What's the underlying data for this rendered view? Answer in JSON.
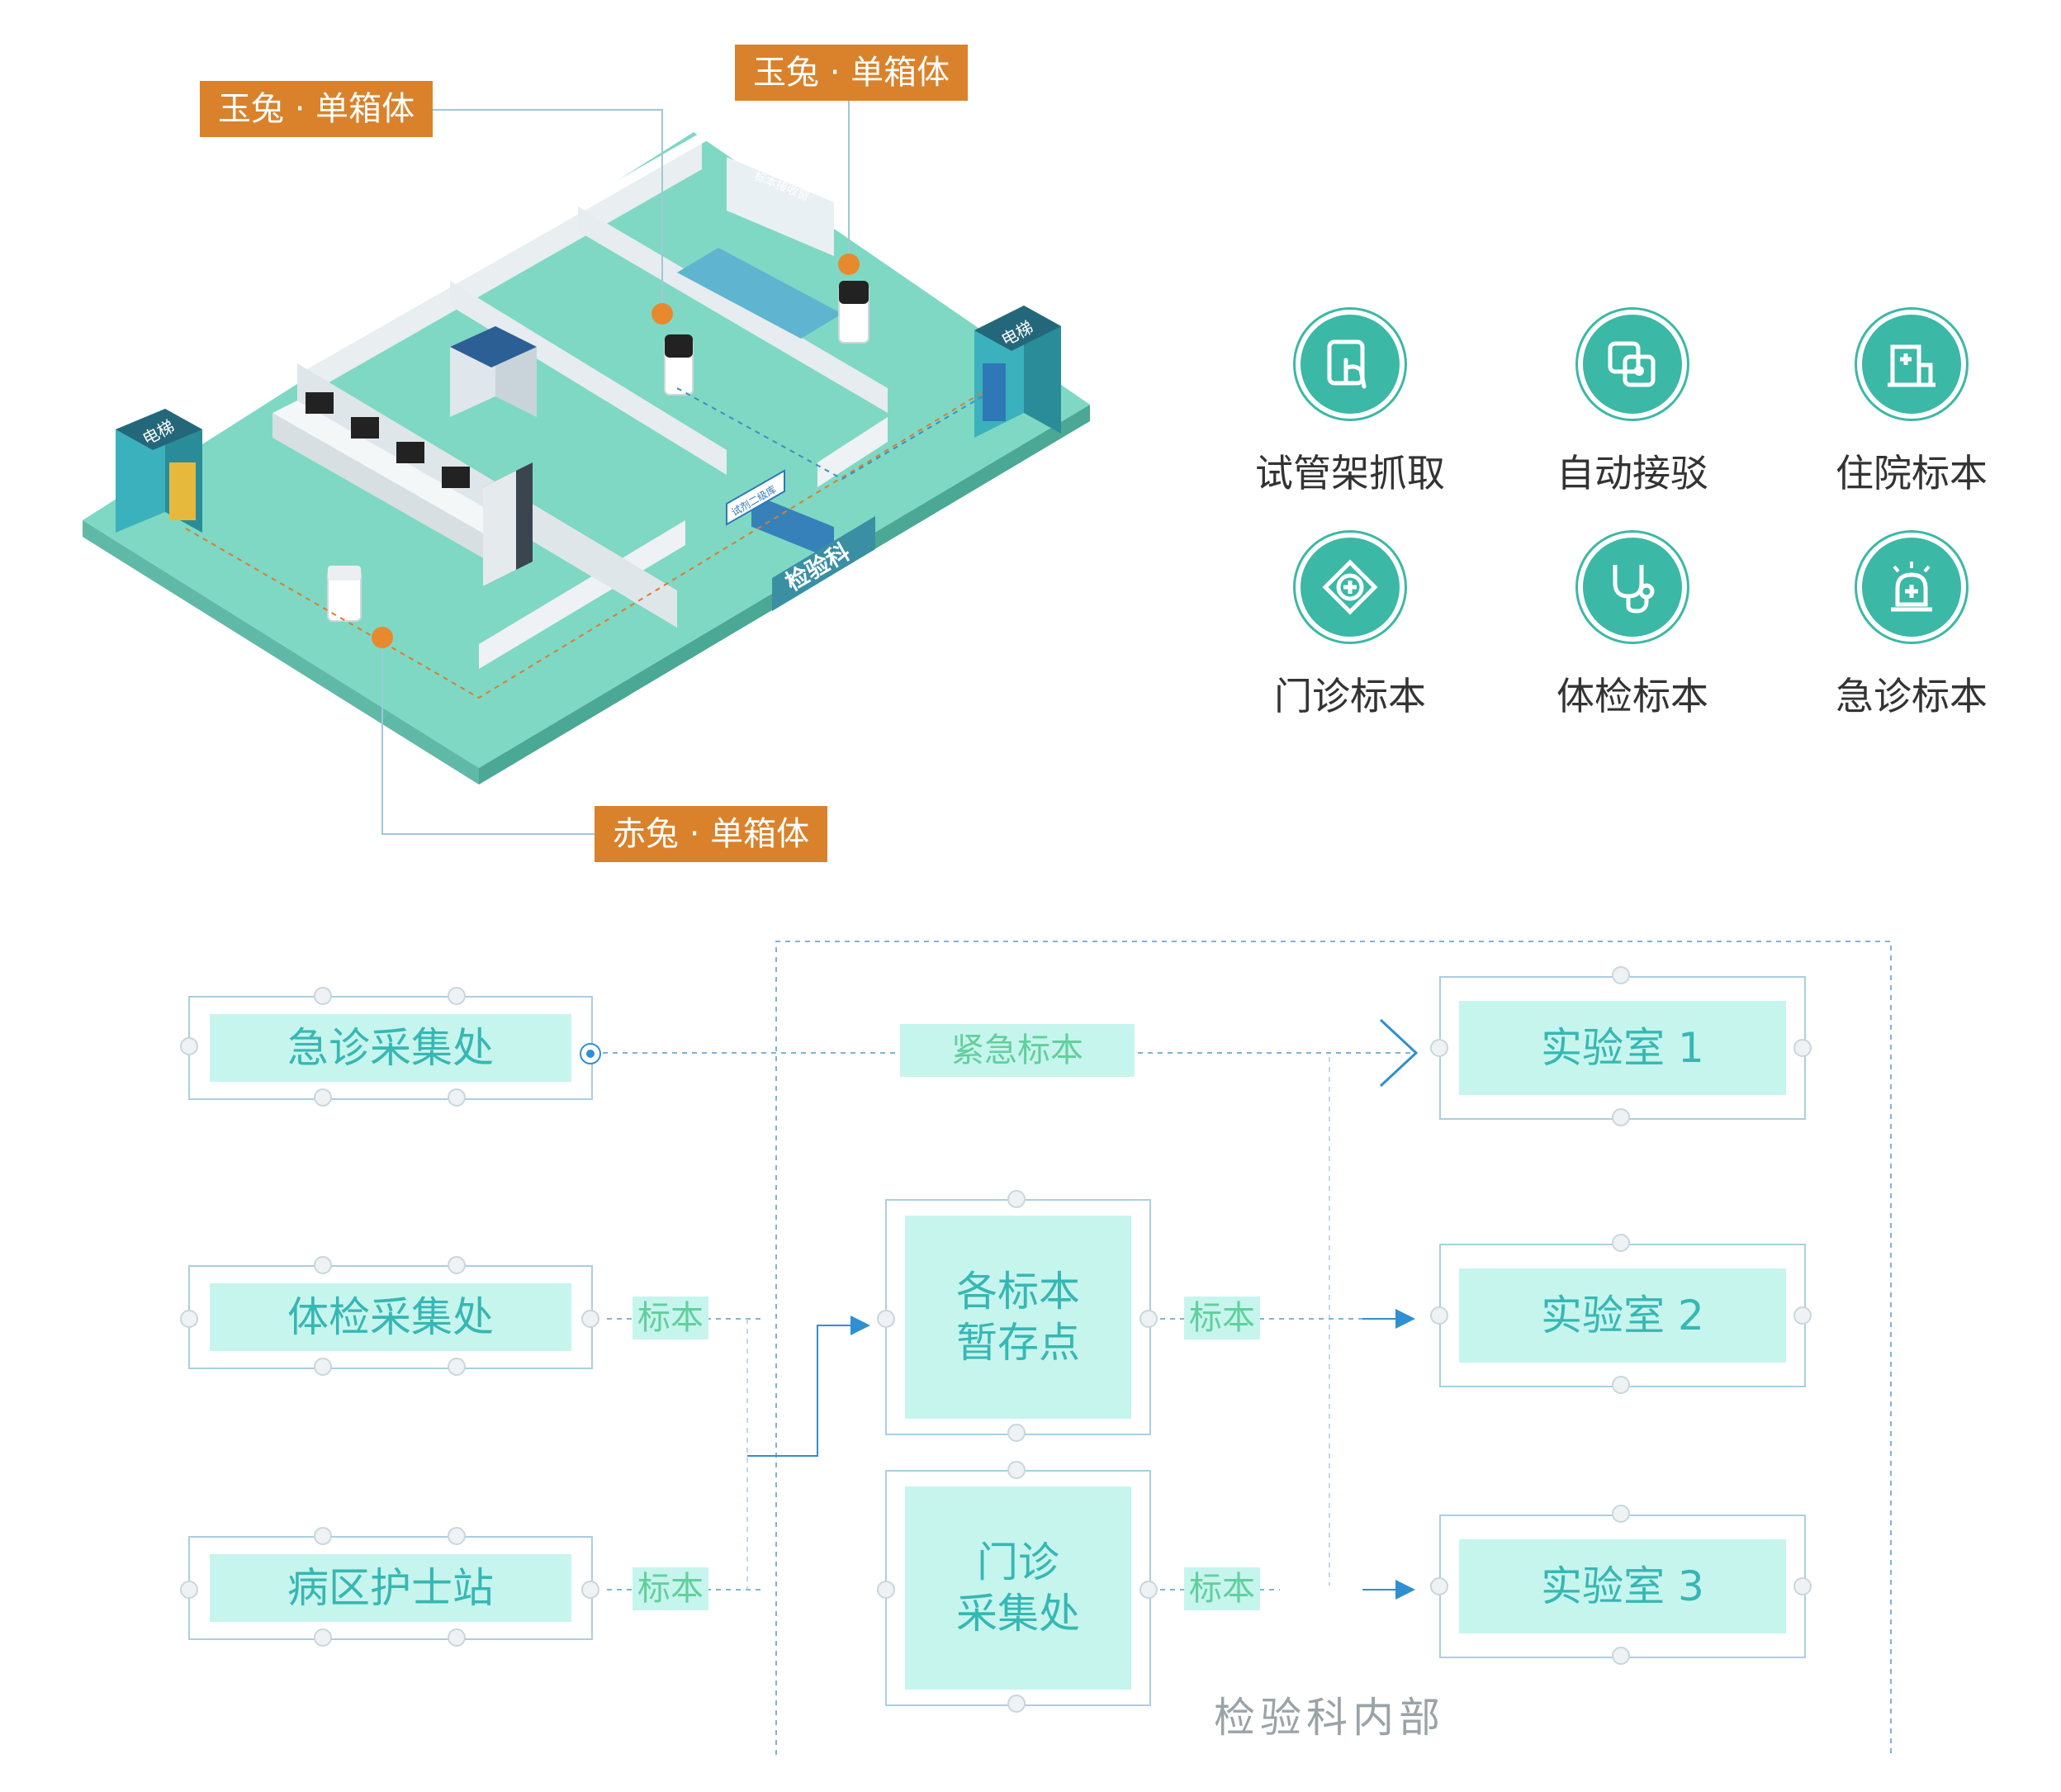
{
  "illustration": {
    "labels": {
      "robot_a": "玉兔 · 单箱体",
      "robot_b": "玉兔 · 单箱体",
      "robot_c": "赤兔 · 单箱体"
    },
    "signs": {
      "department": "检验科",
      "elevator_left": "电梯",
      "elevator_right": "电梯",
      "counter": "标本接收窗",
      "room": "试剂二级库"
    }
  },
  "categories": [
    {
      "label": "试管架抓取",
      "icon": "hand-touch-icon"
    },
    {
      "label": "自动接驳",
      "icon": "transfer-icon"
    },
    {
      "label": "住院标本",
      "icon": "hospital-icon"
    },
    {
      "label": "门诊标本",
      "icon": "medical-cross-icon"
    },
    {
      "label": "体检标本",
      "icon": "stethoscope-icon"
    },
    {
      "label": "急诊标本",
      "icon": "alarm-icon"
    }
  ],
  "flow": {
    "sources": {
      "emergency": "急诊采集处",
      "checkup": "体检采集处",
      "ward": "病区护士站"
    },
    "middle": {
      "storage": "各标本\n暂存点",
      "outpatient": "门诊\n采集处"
    },
    "labs": [
      "实验室 1",
      "实验室 2",
      "实验室 3"
    ],
    "edge_labels": {
      "urgent": "紧急标本",
      "sample": "标本"
    },
    "region_label": "检验科内部",
    "colors": {
      "accent": "#37b7b3",
      "fill": "#c6f5ee",
      "tag": "#d9822b",
      "line": "#7fb3d5"
    }
  }
}
